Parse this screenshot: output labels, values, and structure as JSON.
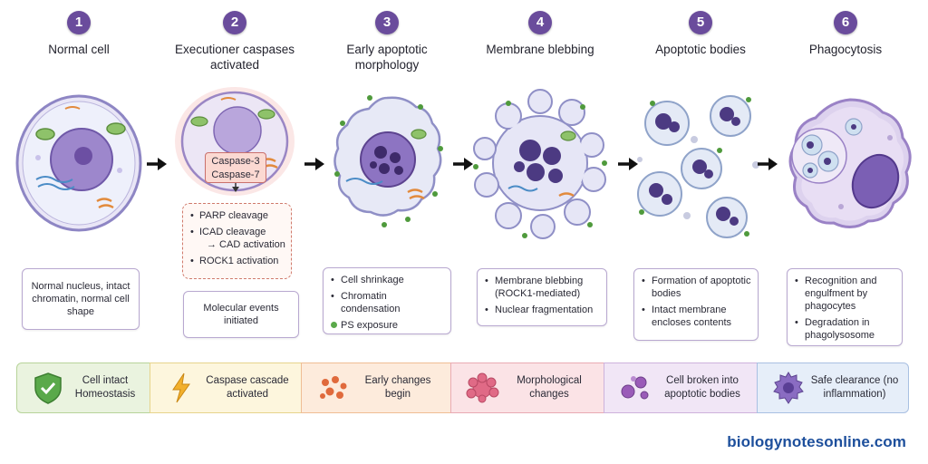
{
  "stages": [
    {
      "number": "1",
      "title": "Normal cell"
    },
    {
      "number": "2",
      "title": "Executioner caspases activated"
    },
    {
      "number": "3",
      "title": "Early apoptotic morphology"
    },
    {
      "number": "4",
      "title": "Membrane blebbing"
    },
    {
      "number": "5",
      "title": "Apoptotic bodies"
    },
    {
      "number": "6",
      "title": "Phagocytosis"
    }
  ],
  "caspase_label": {
    "line1": "Caspase-3",
    "line2": "Caspase-7"
  },
  "molecular_events": {
    "item1": "PARP cleavage",
    "item2": "ICAD cleavage",
    "item2_sub": "→ CAD activation",
    "item3": "ROCK1 activation"
  },
  "descriptions": {
    "stage1": "Normal nucleus, intact chromatin, normal cell shape",
    "stage2": "Molecular events initiated",
    "stage3": [
      "Cell shrinkage",
      "Chromatin condensation",
      "PS exposure"
    ],
    "stage4": [
      "Membrane blebbing (ROCK1-mediated)",
      "Nuclear fragmentation"
    ],
    "stage5": [
      "Formation of apoptotic bodies",
      "Intact membrane encloses contents"
    ],
    "stage6": [
      "Recognition and engulfment by phagocytes",
      "Degradation in phagolysosome"
    ]
  },
  "legend": [
    {
      "icon": "shield-check-icon",
      "text": "Cell intact Homeostasis",
      "bg": "#eaf3df",
      "border": "#b7d49a"
    },
    {
      "icon": "lightning-icon",
      "text": "Caspase cascade activated",
      "bg": "#fdf6dd",
      "border": "#e6d48c"
    },
    {
      "icon": "dots-cluster-icon",
      "text": "Early changes begin",
      "bg": "#fdebdc",
      "border": "#efbd94"
    },
    {
      "icon": "bleb-icon",
      "text": "Morphological changes",
      "bg": "#fbe3e6",
      "border": "#e9aab3"
    },
    {
      "icon": "bubbles-icon",
      "text": "Cell broken into apoptotic bodies",
      "bg": "#f1e6f6",
      "border": "#cdb2dc"
    },
    {
      "icon": "phagocyte-icon",
      "text": "Safe clearance (no inflammation)",
      "bg": "#e6eef9",
      "border": "#a9c0e2"
    }
  ],
  "colors": {
    "badge": "#6a4c9c",
    "site": "#1d4f9c",
    "caspase": "#fbd9d2"
  },
  "site": "biologynotesonline.com"
}
